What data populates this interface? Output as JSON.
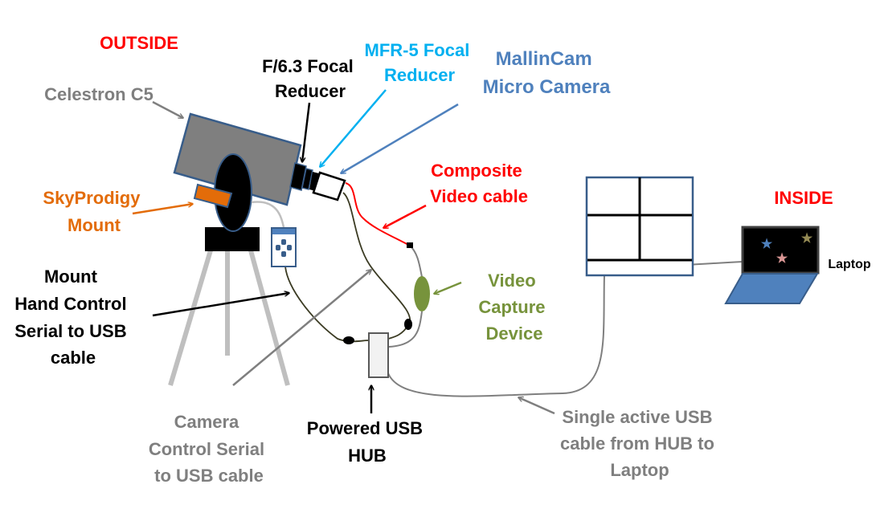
{
  "labels": {
    "outside": "OUTSIDE",
    "inside": "INSIDE",
    "celestron": "Celestron C5",
    "focal_reducer": [
      "F/6.3 Focal",
      "Reducer"
    ],
    "mfr5": [
      "MFR-5 Focal",
      "Reducer"
    ],
    "mallincam": [
      "MallinCam",
      "Micro Camera"
    ],
    "composite": [
      "Composite",
      "Video cable"
    ],
    "skyprodigy": [
      "SkyProdigy",
      "Mount"
    ],
    "mount_cable": [
      "Mount",
      "Hand Control",
      "Serial to USB",
      "cable"
    ],
    "video_capture": [
      "Video",
      "Capture",
      "Device"
    ],
    "camera_cable": [
      "Camera",
      "Control Serial",
      "to USB cable"
    ],
    "hub": [
      "Powered USB",
      "HUB"
    ],
    "usb_cable": [
      "Single active USB",
      "cable from HUB to",
      "Laptop"
    ],
    "laptop": "Laptop"
  },
  "colors": {
    "red": "#ff0000",
    "cyan": "#00b0f0",
    "steel_blue": "#4f81bd",
    "gray": "#7f7f7f",
    "orange": "#e36c09",
    "olive": "#77933c",
    "dark_blue": "#385d8a"
  }
}
